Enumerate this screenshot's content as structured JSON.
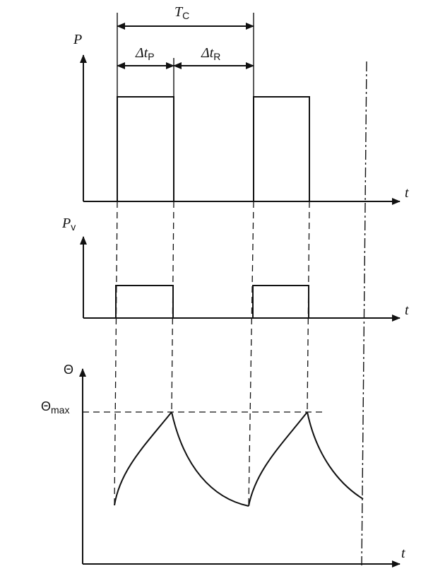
{
  "labels": {
    "tc_main": "T",
    "tc_sub": "C",
    "dtp_main": "Δt",
    "dtp_sub": "P",
    "dtr_main": "Δt",
    "dtr_sub": "R",
    "p_axis": "P",
    "pv_main": "P",
    "pv_sub": "v",
    "theta_axis": "Θ",
    "theta_max_main": "Θ",
    "theta_max_sub": "max",
    "t_axis_1": "t",
    "t_axis_2": "t",
    "t_axis_3": "t"
  },
  "colors": {
    "stroke": "#111111"
  }
}
